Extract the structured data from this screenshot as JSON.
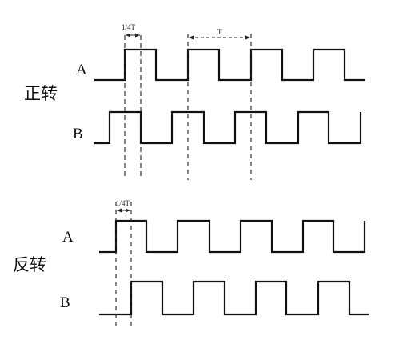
{
  "forward": {
    "label": "正转",
    "channel_a": "A",
    "channel_b": "B",
    "quarter_period_label": "1/4T",
    "period_label": "T"
  },
  "reverse": {
    "label": "反转",
    "channel_a": "A",
    "channel_b": "B",
    "quarter_period_label": "1/4T"
  }
}
